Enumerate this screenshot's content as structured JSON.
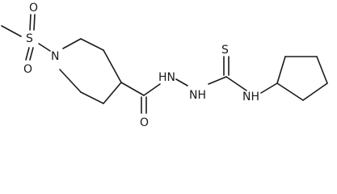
{
  "molecule": {
    "atom_labels": {
      "s_sulfonyl": "S",
      "o_top": "O",
      "o_bottom": "O",
      "n_ring": "N",
      "o_carbonyl": "O",
      "nh_left": "HN",
      "nh_right": "NH",
      "s_thione": "S",
      "nh_cyclopentyl": "NH"
    }
  }
}
